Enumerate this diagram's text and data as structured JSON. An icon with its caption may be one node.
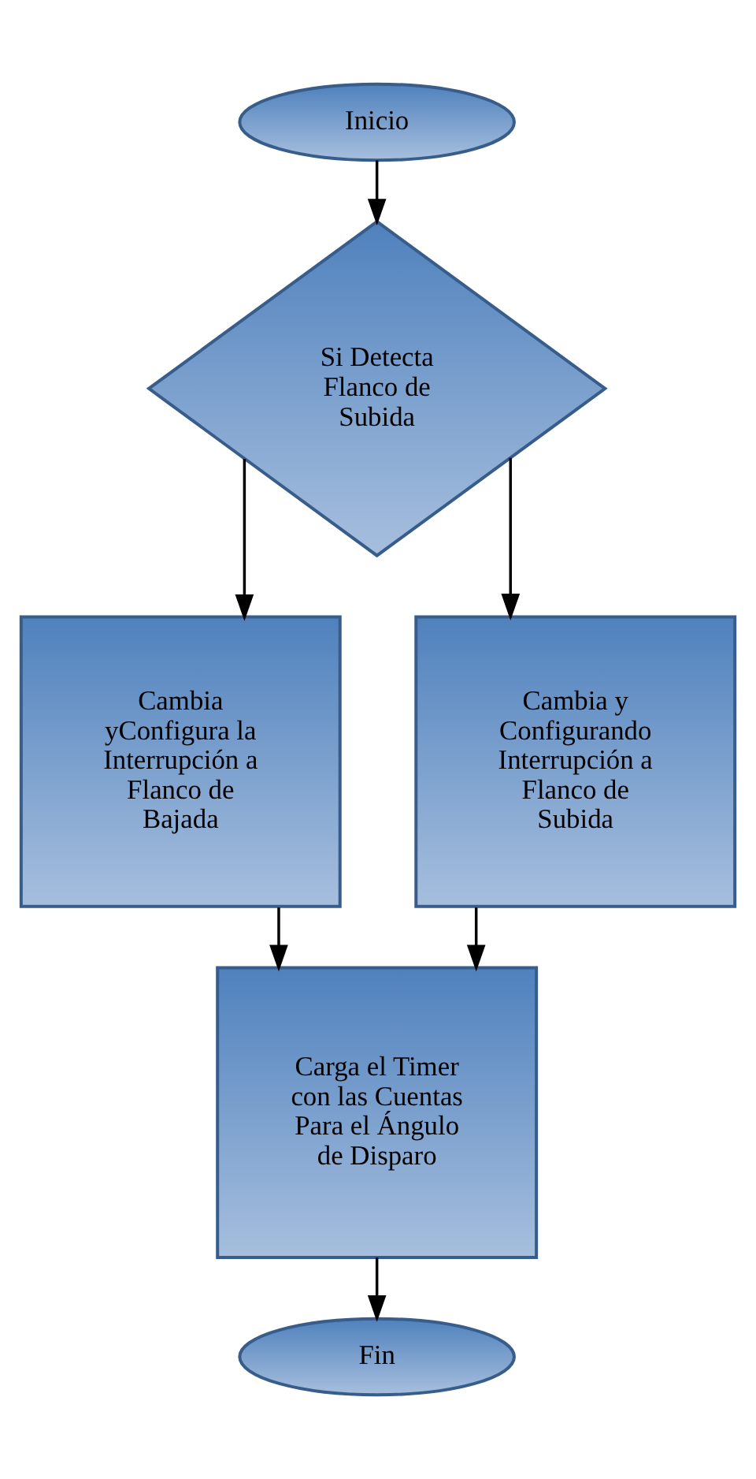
{
  "diagram": {
    "nodes": [
      {
        "text": [
          "Inicio"
        ]
      },
      {
        "text": [
          "Si Detecta Flanco de Subida"
        ]
      },
      {
        "text": [
          "Cambia yConfigura la Interrupción a Flanco de Bajada"
        ]
      },
      {
        "text": [
          "Cambia y Configurando Interrupción a Flanco de Subida"
        ]
      },
      {
        "text": [
          "Carga el Timer con las Cuentas Para el Ángulo de Disparo"
        ]
      },
      {
        "text": [
          "Fin"
        ]
      }
    ],
    "edges": [
      {
        "from": 0,
        "to": 1,
        "arrow": "to"
      },
      {
        "from": 1,
        "to": 3,
        "arrow": "to"
      },
      {
        "from": 1,
        "to": 2,
        "arrow": "to"
      },
      {
        "from": 3,
        "to": 4,
        "arrow": "to"
      },
      {
        "from": 2,
        "to": 4,
        "arrow": "to"
      },
      {
        "from": 4,
        "to": 5,
        "arrow": "to"
      }
    ]
  }
}
